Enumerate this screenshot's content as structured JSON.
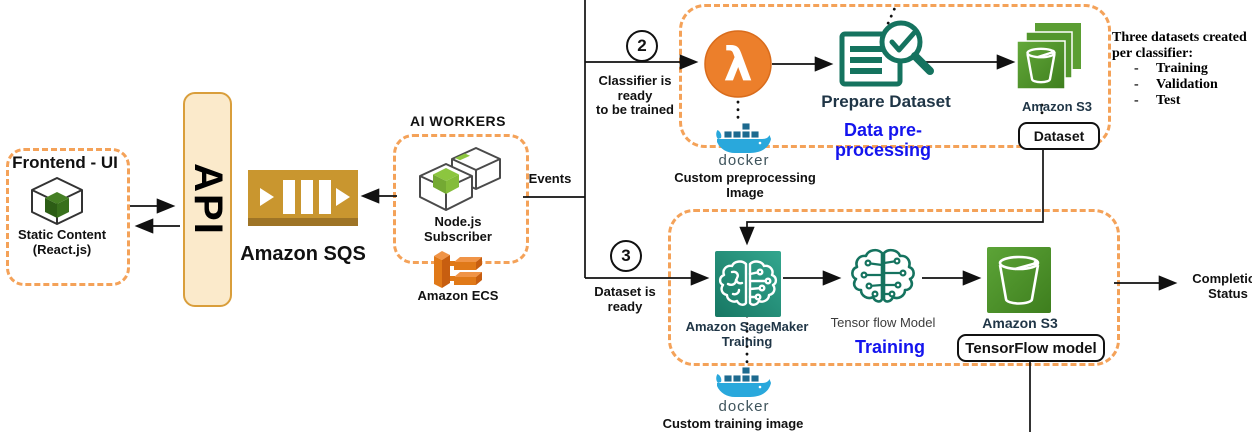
{
  "colors": {
    "dashed_orange": "#F4A259",
    "api_fill": "#FBEACB",
    "api_border": "#D99E3B",
    "sqs_gold": "#C9962F",
    "lambda_orange": "#EC7F2B",
    "teal": "#15735F",
    "sagemaker_teal": "#1F8871",
    "s3_green": "#4E9530",
    "nodejs_lime": "#8CC63F",
    "docker_blue": "#29A8DC",
    "label_blue": "#1414EE",
    "ink": "#111111"
  },
  "icons": {
    "lambda_glyph": "λ"
  },
  "frontend": {
    "title": "Frontend - UI",
    "caption_line1": "Static Content",
    "caption_line2": "(React.js)"
  },
  "api": {
    "label": "API"
  },
  "sqs": {
    "label": "Amazon SQS"
  },
  "ai_workers": {
    "title": "AI WORKERS",
    "node_label_line1": "Node.js",
    "node_label_line2": "Subscriber",
    "ecs_label": "Amazon ECS"
  },
  "events": {
    "label": "Events"
  },
  "step2": {
    "number": "2",
    "caption_line1": "Classifier is",
    "caption_line2": "ready",
    "caption_line3": "to be trained"
  },
  "preprocessing": {
    "title": "Data pre- processing",
    "prepare_label": "Prepare Dataset",
    "s3_label": "Amazon S3",
    "dataset_tag": "Dataset",
    "docker_word": "docker",
    "docker_caption": "Custom preprocessing Image"
  },
  "datasets_note": {
    "line1": "Three datasets created",
    "line2": "per classifier:",
    "dash": "-",
    "items": [
      "Training",
      "Validation",
      "Test"
    ]
  },
  "step3": {
    "number": "3",
    "caption_line1": "Dataset is",
    "caption_line2": "ready"
  },
  "training": {
    "title": "Training",
    "sagemaker_label_line1": "Amazon SageMaker",
    "sagemaker_label_line2": "Training",
    "tf_model_label": "Tensor flow Model",
    "s3_label": "Amazon S3",
    "tf_tag": "TensorFlow model",
    "docker_word": "docker",
    "docker_caption": "Custom training image"
  },
  "completion": {
    "line1": "Completion",
    "line2": "Status"
  }
}
